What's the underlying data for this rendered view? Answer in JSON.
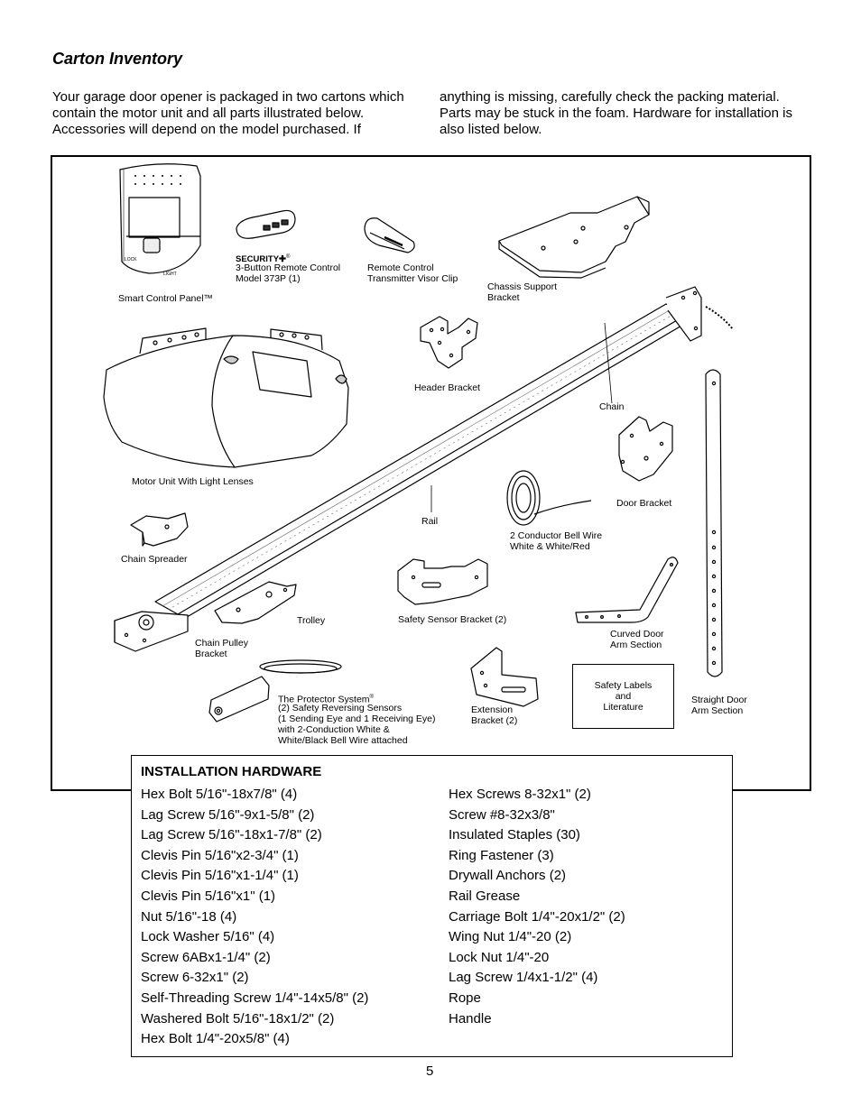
{
  "title": "Carton Inventory",
  "intro": {
    "left": "Your garage door opener is packaged in two cartons which contain the motor unit and all parts illustrated below. Accessories will depend on the model purchased. If",
    "right": "anything is missing, carefully check the packing material. Parts may be stuck in the foam. Hardware for installation is also listed below."
  },
  "parts": {
    "smart_control_panel": "Smart Control Panel™",
    "remote_brand": "SECURITY✚",
    "remote_brand_mark": "®",
    "remote": "3-Button Remote Control\nModel 373P (1)",
    "visor_clip": "Remote Control\nTransmitter Visor Clip",
    "chassis_bracket": "Chassis Support\nBracket",
    "header_bracket": "Header Bracket",
    "chain": "Chain",
    "motor_unit": "Motor Unit With Light Lenses",
    "door_bracket": "Door Bracket",
    "rail": "Rail",
    "bell_wire": "2 Conductor Bell Wire\nWhite & White/Red",
    "chain_spreader": "Chain Spreader",
    "trolley": "Trolley",
    "safety_sensor_bracket": "Safety Sensor Bracket (2)",
    "chain_pulley_bracket": "Chain Pulley\nBracket",
    "curved_door_arm": "Curved Door\nArm Section",
    "safety_labels": "Safety Labels\nand\nLiterature",
    "protector_system_title": "The Protector System",
    "protector_system_mark": "®",
    "protector_system": "(2) Safety Reversing Sensors\n(1 Sending Eye and 1 Receiving Eye)\nwith 2-Conduction White &\nWhite/Black Bell Wire attached",
    "extension_bracket": "Extension\nBracket (2)",
    "straight_door_arm": "Straight Door\nArm Section",
    "panel_lock": "LOCK",
    "panel_light": "LIGHT"
  },
  "hardware": {
    "heading": "INSTALLATION HARDWARE",
    "left": [
      "Hex Bolt 5/16\"-18x7/8\" (4)",
      "Lag Screw 5/16\"-9x1-5/8\" (2)",
      "Lag Screw 5/16\"-18x1-7/8\" (2)",
      "Clevis Pin 5/16\"x2-3/4\" (1)",
      "Clevis Pin 5/16\"x1-1/4\" (1)",
      "Clevis Pin 5/16\"x1\" (1)",
      "Nut 5/16\"-18 (4)",
      "Lock Washer 5/16\" (4)",
      "Screw 6ABx1-1/4\" (2)",
      "Screw 6-32x1\" (2)",
      "Self-Threading Screw 1/4\"-14x5/8\" (2)",
      "Washered Bolt 5/16\"-18x1/2\" (2)",
      "Hex Bolt 1/4\"-20x5/8\" (4)"
    ],
    "right": [
      "Hex Screws 8-32x1\" (2)",
      "Screw #8-32x3/8\"",
      "Insulated Staples (30)",
      "Ring Fastener (3)",
      "Drywall Anchors (2)",
      "Rail Grease",
      "Carriage Bolt 1/4\"-20x1/2\" (2)",
      "Wing Nut 1/4\"-20 (2)",
      "Lock Nut 1/4\"-20",
      "Lag Screw 1/4x1-1/2\" (4)",
      "Rope",
      "Handle"
    ]
  },
  "page_number": "5"
}
